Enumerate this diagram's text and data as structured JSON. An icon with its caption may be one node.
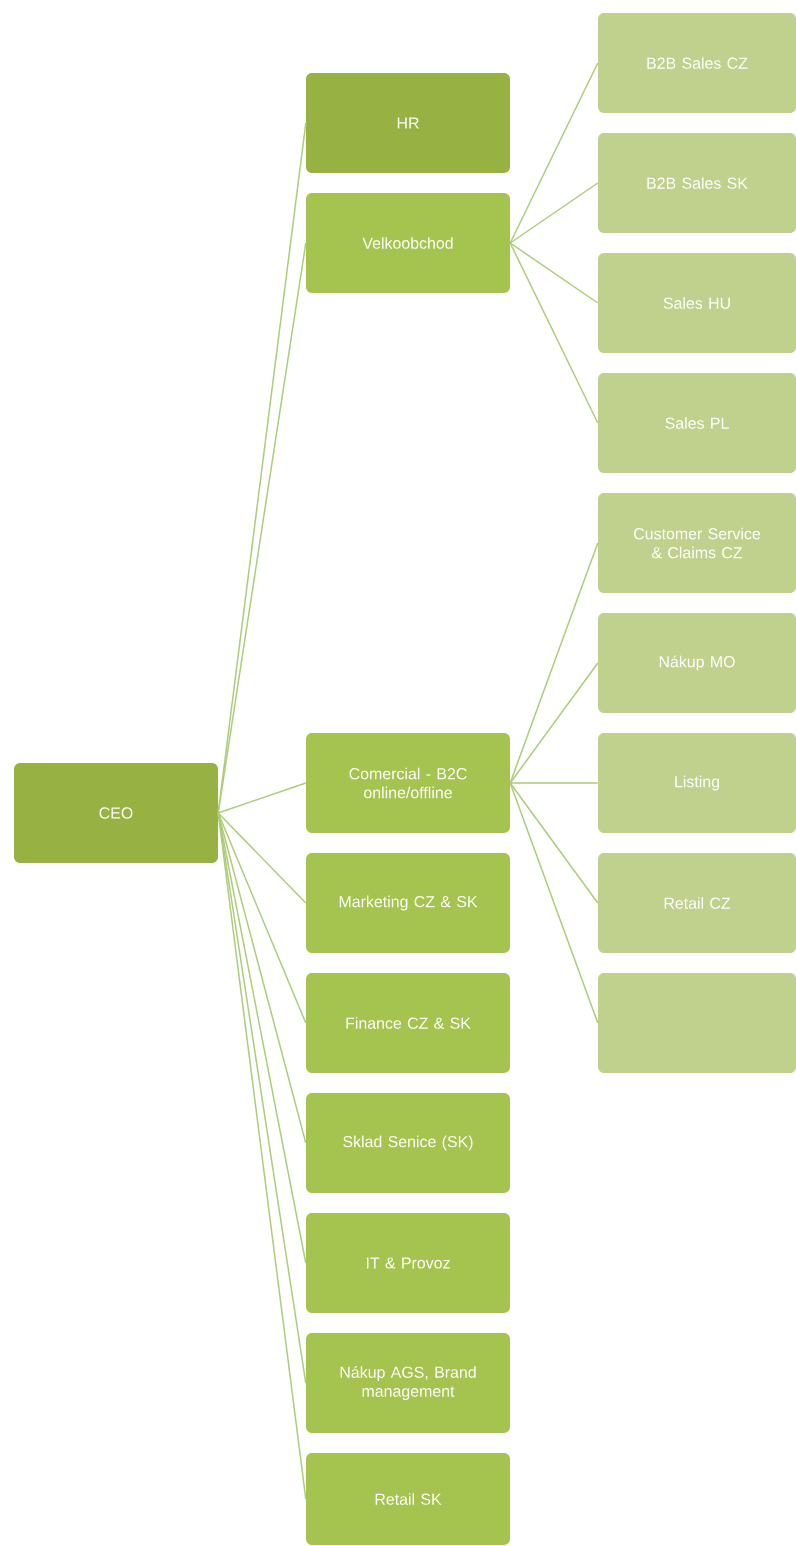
{
  "diagram": {
    "nodes": [
      {
        "text": [
          "CEO"
        ]
      },
      {
        "text": [
          "HR"
        ]
      },
      {
        "text": [
          "Velkoobchod"
        ]
      },
      {
        "text": [
          "B2B Sales CZ"
        ]
      },
      {
        "text": [
          "B2B Sales SK"
        ]
      },
      {
        "text": [
          "Sales HU"
        ]
      },
      {
        "text": [
          "Sales PL"
        ]
      },
      {
        "text": [
          "Comercial - B2C online/offline"
        ]
      },
      {
        "text": [
          "Customer Service & Claims CZ"
        ]
      },
      {
        "text": [
          "Nákup MO"
        ]
      },
      {
        "text": [
          "Listing"
        ]
      },
      {
        "text": [
          "Retail CZ"
        ]
      },
      {
        "text": [],
        "shape": "box"
      },
      {
        "text": [
          "Marketing CZ & SK"
        ]
      },
      {
        "text": [
          "Finance CZ & SK"
        ]
      },
      {
        "text": [
          "Sklad Senice (SK)"
        ]
      },
      {
        "text": [
          "IT & Provoz"
        ]
      },
      {
        "text": [
          "Nákup AGS, Brand management"
        ]
      },
      {
        "text": [
          "Retail SK"
        ]
      }
    ],
    "edges": [
      {
        "from": 0,
        "to": 1,
        "arrow": "none"
      },
      {
        "from": 0,
        "to": 2,
        "arrow": "none"
      },
      {
        "from": 2,
        "to": 3,
        "arrow": "none"
      },
      {
        "from": 2,
        "to": 4,
        "arrow": "none"
      },
      {
        "from": 2,
        "to": 5,
        "arrow": "none"
      },
      {
        "from": 2,
        "to": 6,
        "arrow": "none"
      },
      {
        "from": 0,
        "to": 7,
        "arrow": "none"
      },
      {
        "from": 7,
        "to": 8,
        "arrow": "none"
      },
      {
        "from": 7,
        "to": 9,
        "arrow": "none"
      },
      {
        "from": 7,
        "to": 10,
        "arrow": "none"
      },
      {
        "from": 7,
        "to": 11,
        "arrow": "none"
      },
      {
        "from": 7,
        "to": 12,
        "arrow": "none"
      },
      {
        "from": 0,
        "to": 13,
        "arrow": "none"
      },
      {
        "from": 0,
        "to": 14,
        "arrow": "none"
      },
      {
        "from": 0,
        "to": 15,
        "arrow": "none"
      },
      {
        "from": 0,
        "to": 16,
        "arrow": "none"
      },
      {
        "from": 0,
        "to": 17,
        "arrow": "none"
      },
      {
        "from": 0,
        "to": 18,
        "arrow": "none"
      }
    ]
  }
}
